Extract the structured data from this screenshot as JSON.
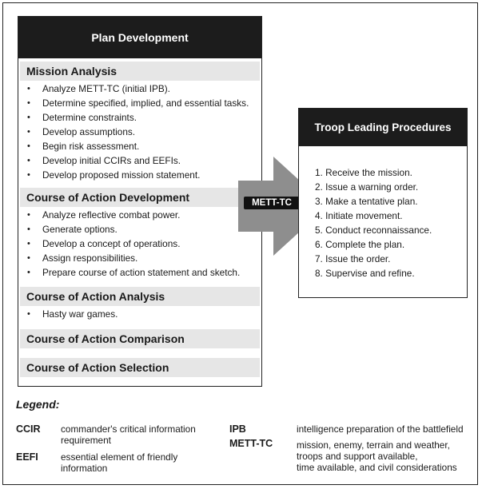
{
  "plan": {
    "title": "Plan Development",
    "sections": [
      {
        "title": "Mission Analysis",
        "items": [
          "Analyze METT-TC (initial IPB).",
          "Determine specified, implied, and essential tasks.",
          "Determine constraints.",
          "Develop assumptions.",
          "Begin risk assessment.",
          "Develop initial CCIRs and EEFIs.",
          "Develop proposed mission statement."
        ]
      },
      {
        "title": "Course of Action Development",
        "items": [
          "Analyze reflective combat power.",
          "Generate options.",
          "Develop a concept of operations.",
          "Assign responsibilities.",
          "Prepare course of action statement and sketch."
        ]
      },
      {
        "title": "Course of Action Analysis",
        "items": [
          "Hasty war games."
        ]
      },
      {
        "title": "Course of Action Comparison",
        "items": []
      },
      {
        "title": "Course of Action Selection",
        "items": []
      }
    ]
  },
  "arrow": {
    "label": "METT-TC",
    "color": "#8e8e8e"
  },
  "tlp": {
    "title": "Troop Leading Procedures",
    "steps": [
      "1. Receive the mission.",
      "2. Issue a warning order.",
      "3. Make a tentative plan.",
      "4. Initiate movement.",
      "5. Conduct reconnaissance.",
      "6. Complete the plan.",
      "7. Issue the order.",
      "8. Supervise and refine."
    ]
  },
  "legend": {
    "title": "Legend:",
    "entries": [
      {
        "abbr": "CCIR",
        "def_lines": [
          "commander's critical information",
          "requirement"
        ]
      },
      {
        "abbr": "EEFI",
        "def_lines": [
          "essential element of friendly",
          "information"
        ]
      },
      {
        "abbr": "IPB",
        "def_lines": [
          "intelligence preparation of the battlefield"
        ]
      },
      {
        "abbr": "METT-TC",
        "def_lines": [
          "mission, enemy, terrain and weather,",
          "troops and support available,",
          "time available, and civil considerations"
        ]
      }
    ]
  },
  "colors": {
    "header_bg": "#1c1c1c",
    "section_bg": "#e6e6e6"
  }
}
